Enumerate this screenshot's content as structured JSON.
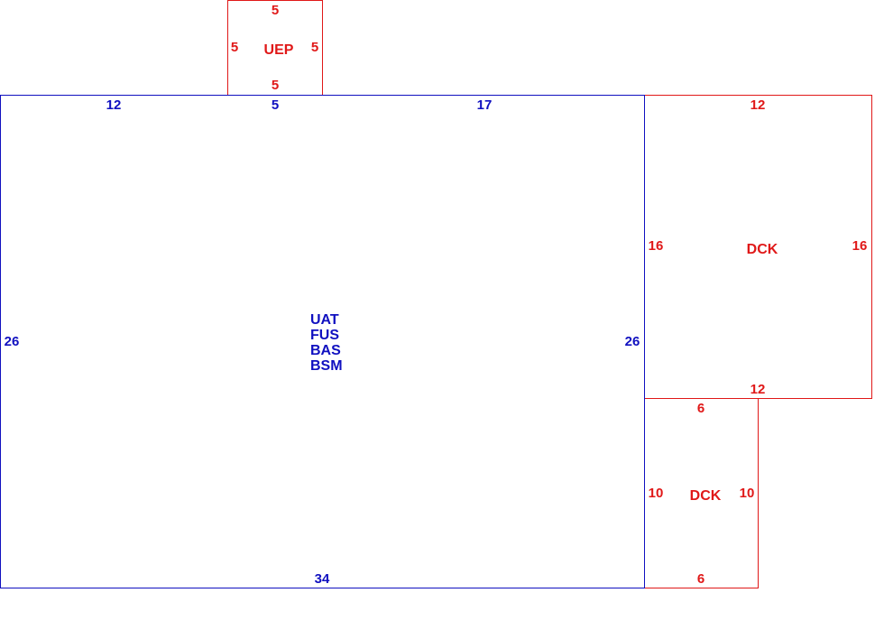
{
  "colors": {
    "main": "#1010c0",
    "aux": "#e01818",
    "background": "#ffffff"
  },
  "rooms": {
    "main": {
      "names": [
        "UAT",
        "FUS",
        "BAS",
        "BSM"
      ],
      "top_dims": [
        "12",
        "5",
        "17"
      ],
      "left_dim": "26",
      "right_dim": "26",
      "bottom_dim": "34"
    },
    "uep": {
      "name": "UEP",
      "top_dim": "5",
      "left_dim": "5",
      "right_dim": "5",
      "bottom_dim": "5"
    },
    "dck_large": {
      "name": "DCK",
      "top_dim": "12",
      "left_dim": "16",
      "right_dim": "16",
      "bottom_dim": "12"
    },
    "dck_small": {
      "name": "DCK",
      "top_dim": "6",
      "left_dim": "10",
      "right_dim": "10",
      "bottom_dim": "6"
    }
  }
}
